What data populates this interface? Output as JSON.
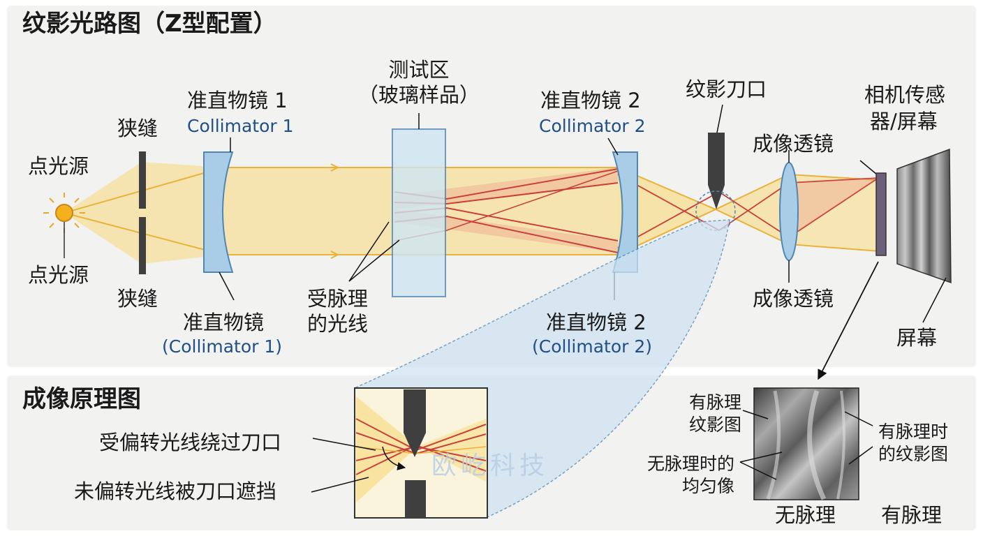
{
  "titles": {
    "main": "纹影光路图（Z型配置）",
    "bottom": "成像原理图"
  },
  "labels": {
    "point_source_top": "点光源",
    "point_source_bottom": "点光源",
    "slit_top": "狭缝",
    "slit_bottom": "狭缝",
    "collimator1_cn": "准直物镜 1",
    "collimator1_en": "Collimator 1",
    "collimator1_bottom_cn": "准直物镜",
    "collimator1_bottom_en": "(Collimator 1)",
    "test_area_line1": "测试区",
    "test_area_line2": "（玻璃样品）",
    "striae_rays_line1": "受脉理",
    "striae_rays_line2": "的光线",
    "collimator2_cn": "准直物镜 2",
    "collimator2_en": "Collimator 2",
    "collimator2_bottom_cn": "准直物镜 2",
    "collimator2_bottom_en": "(Collimator 2)",
    "knife_edge": "纹影刀口",
    "imaging_lens_top": "成像透镜",
    "imaging_lens_bottom": "成像透镜",
    "camera_line1": "相机传感",
    "camera_line2": "器/屏幕",
    "screen": "屏幕",
    "deflected_rays": "受偏转光线绕过刀口",
    "undeflected_rays": "未偏转光线被刀口遮挡",
    "striae_image_left_line1": "有脉理",
    "striae_image_left_line2": "纹影图",
    "uniform_line1": "无脉理时的",
    "uniform_line2": "均匀像",
    "striae_image_right_line1": "有脉理时",
    "striae_image_right_line2": "的纹影图",
    "no_striae": "无脉理",
    "with_striae": "有脉理",
    "watermark": "欧屹科技"
  },
  "colors": {
    "beam_yellow": "#f7d978",
    "beam_edge": "#e9b23a",
    "ray_red": "#c9403a",
    "lens_blue": "#a9cde6",
    "lens_edge": "#4f86b3",
    "label_blue": "#1e4f86",
    "inset_blue": "#cfe3f2"
  },
  "icons": [
    "sun-icon",
    "knife-edge-icon",
    "arrow-icon"
  ]
}
